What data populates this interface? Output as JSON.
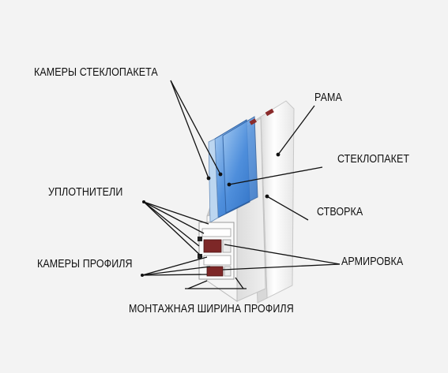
{
  "labels": {
    "glass_unit_chambers": "КАМЕРЫ СТЕКЛОПАКЕТА",
    "frame": "РАМА",
    "glass_unit": "СТЕКЛОПАКЕТ",
    "seals": "УПЛОТНИТЕЛИ",
    "sash": "СТВОРКА",
    "profile_chambers": "КАМЕРЫ ПРОФИЛЯ",
    "reinforcement": "АРМИРОВКА",
    "mounting_width": "МОНТАЖНАЯ ШИРИНА ПРОФИЛЯ"
  },
  "colors": {
    "glass": "#4f8fdc",
    "profile": "#ffffff",
    "seal": "#8a2b2b",
    "line": "#111111"
  }
}
